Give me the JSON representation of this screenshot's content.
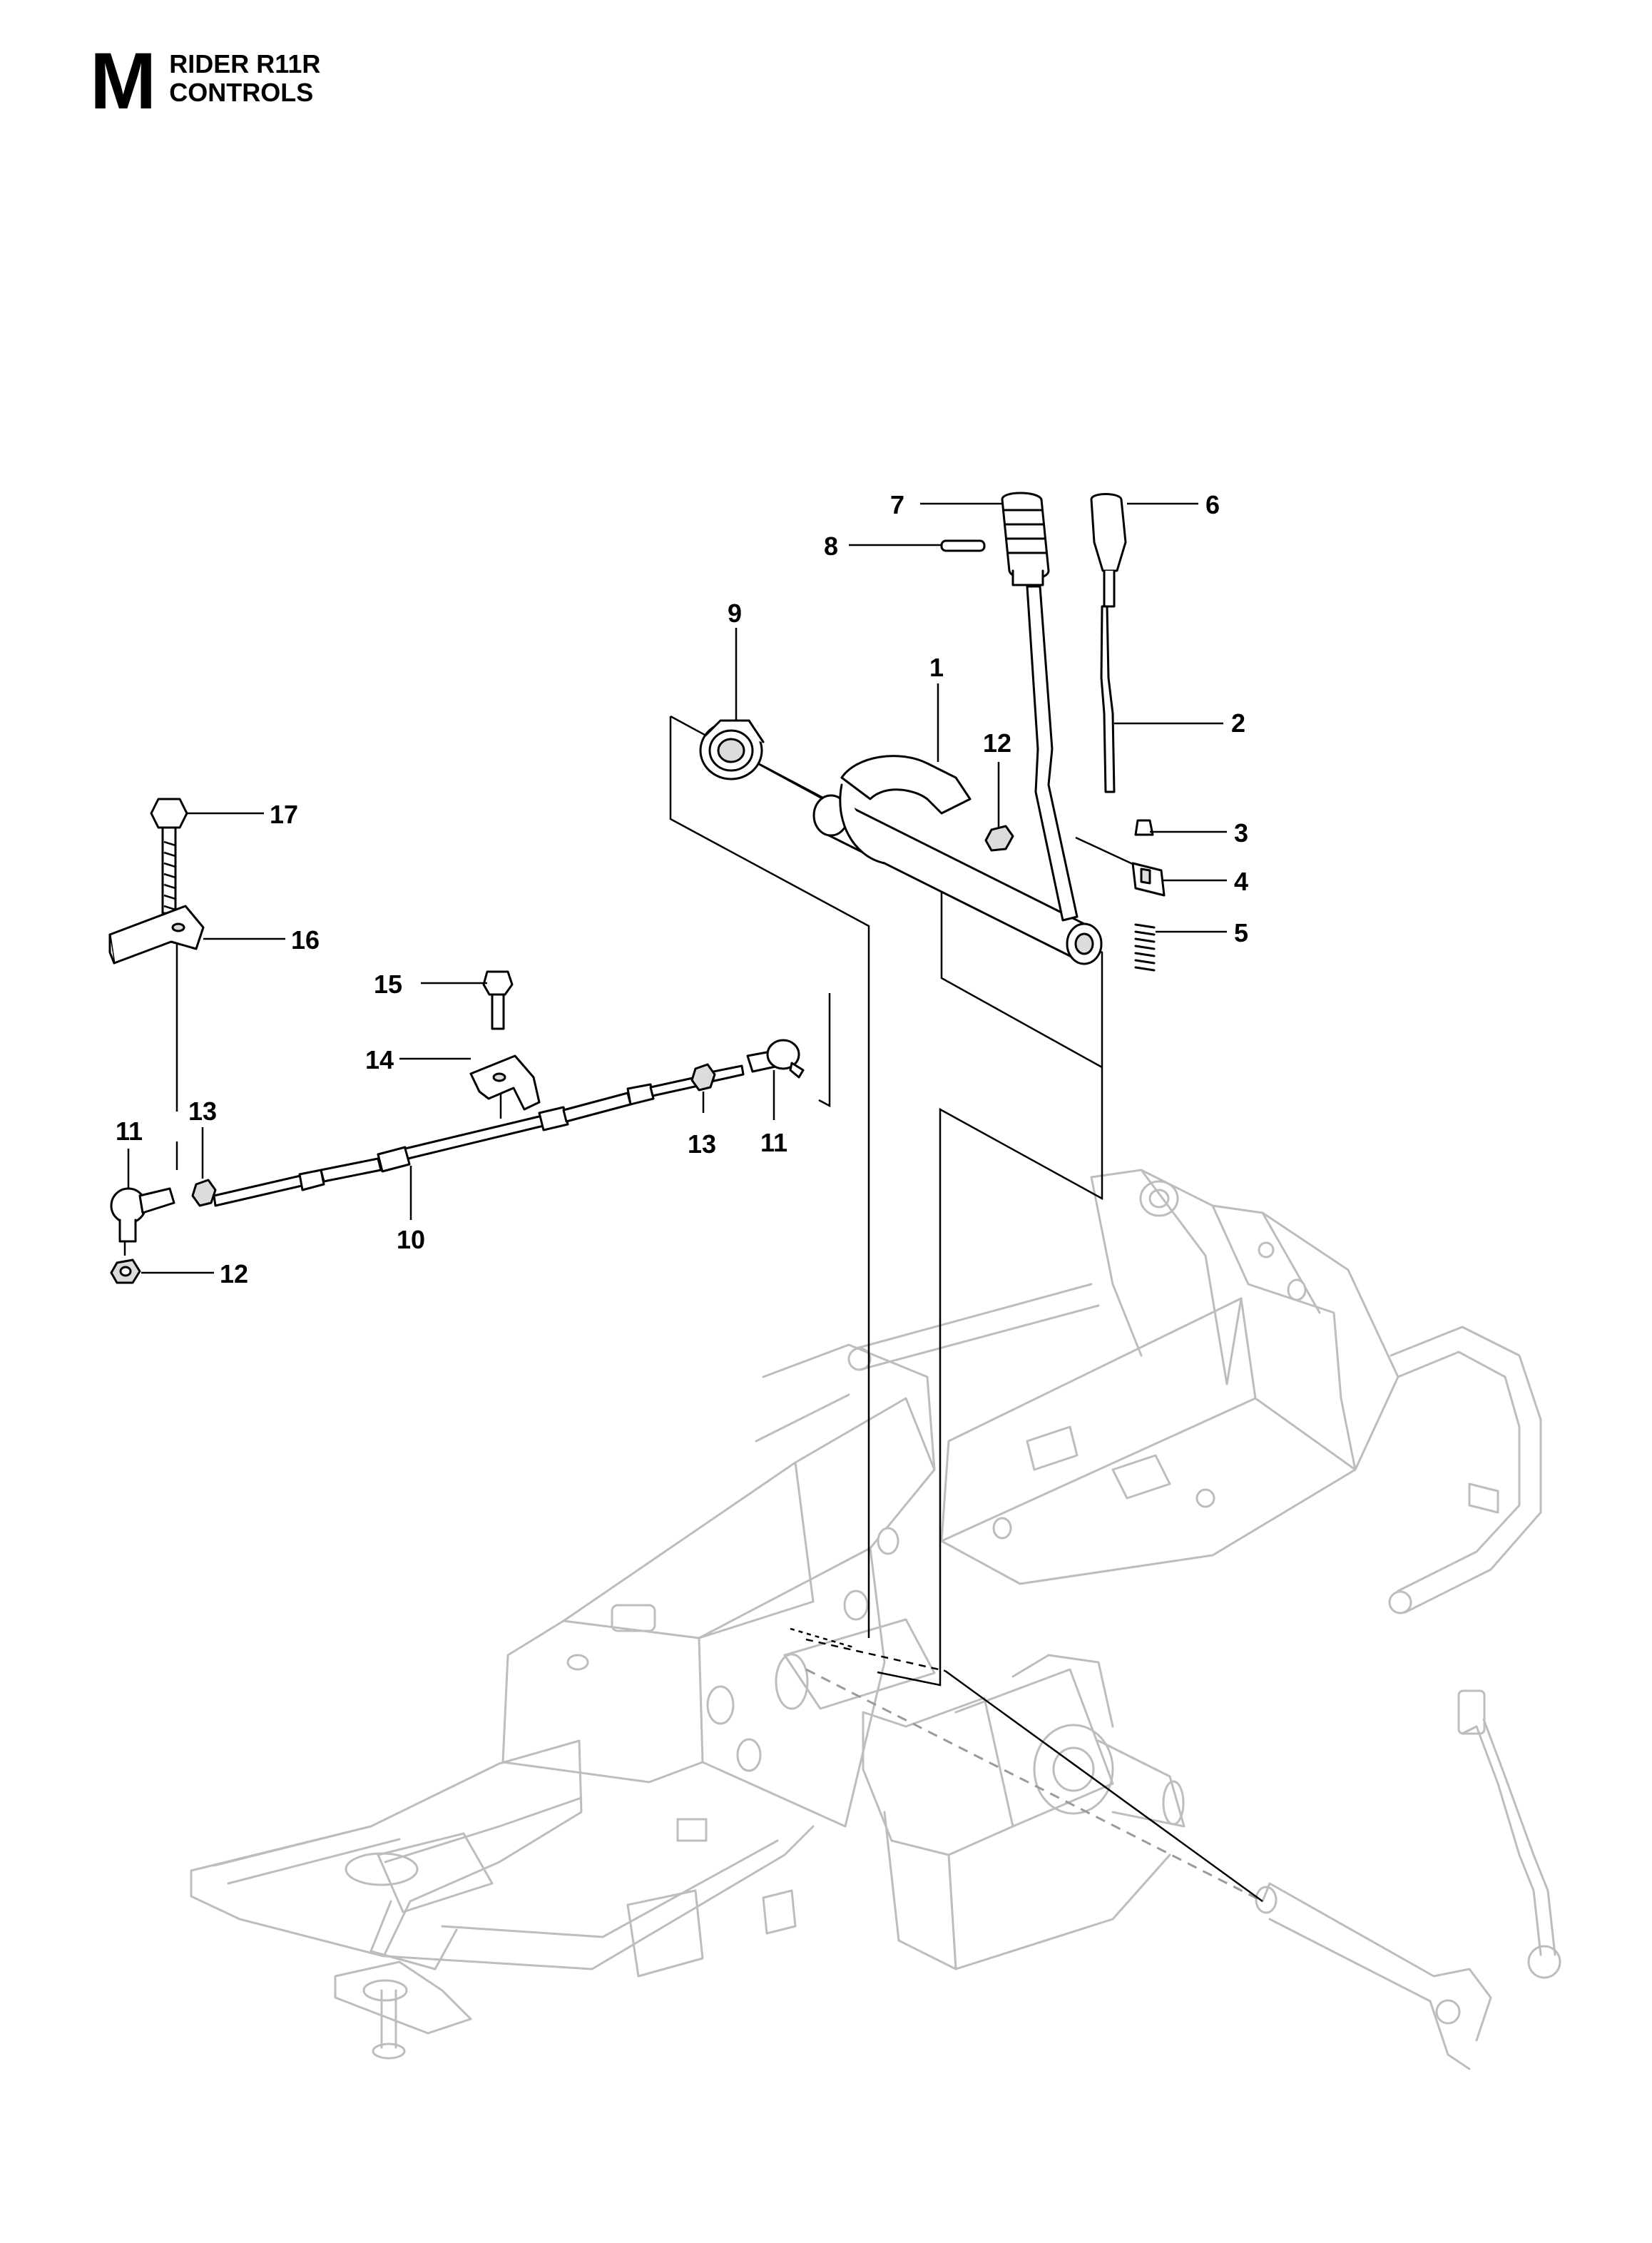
{
  "header": {
    "section_letter": "M",
    "title_line1": "RIDER R11R",
    "title_line2": "CONTROLS"
  },
  "callouts": [
    {
      "id": "c7",
      "text": "7"
    },
    {
      "id": "c6",
      "text": "6"
    },
    {
      "id": "c8",
      "text": "8"
    },
    {
      "id": "c9",
      "text": "9"
    },
    {
      "id": "c1",
      "text": "1"
    },
    {
      "id": "c12a",
      "text": "12"
    },
    {
      "id": "c2",
      "text": "2"
    },
    {
      "id": "c3",
      "text": "3"
    },
    {
      "id": "c4",
      "text": "4"
    },
    {
      "id": "c5",
      "text": "5"
    },
    {
      "id": "c17",
      "text": "17"
    },
    {
      "id": "c16",
      "text": "16"
    },
    {
      "id": "c15",
      "text": "15"
    },
    {
      "id": "c14",
      "text": "14"
    },
    {
      "id": "c11a",
      "text": "11"
    },
    {
      "id": "c13a",
      "text": "13"
    },
    {
      "id": "c13b",
      "text": "13"
    },
    {
      "id": "c11b",
      "text": "11"
    },
    {
      "id": "c10",
      "text": "10"
    },
    {
      "id": "c12b",
      "text": "12"
    }
  ]
}
